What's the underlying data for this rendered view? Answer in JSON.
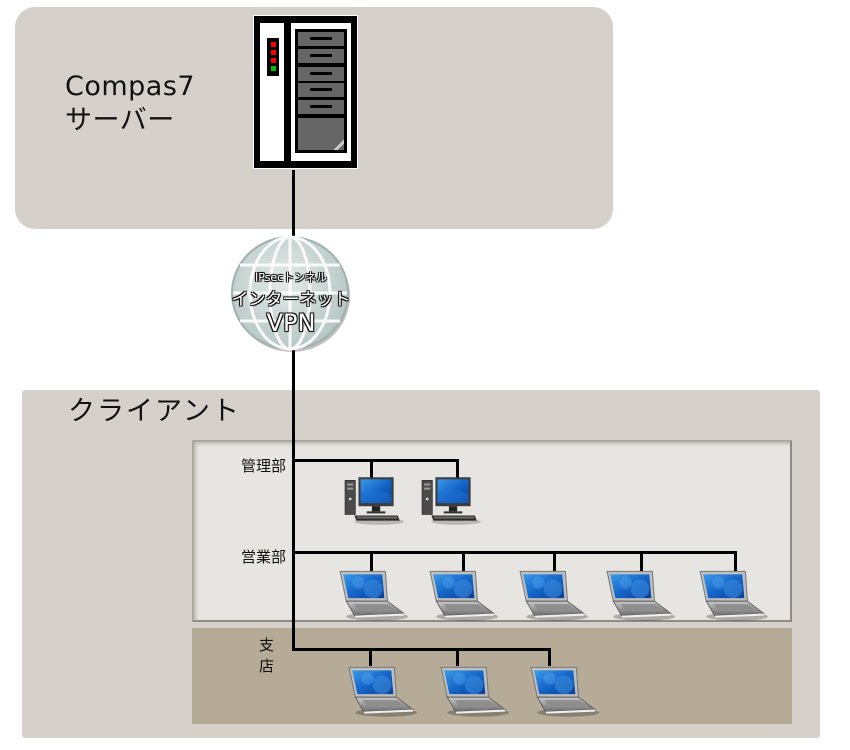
{
  "server_zone": {
    "title_line1": "Compas7",
    "title_line2": "サーバー",
    "server_icon": "tower-server-icon",
    "led_colors": [
      "#ff0000",
      "#ff0000",
      "#ff0000",
      "#00c000"
    ]
  },
  "network": {
    "icon": "globe-icon",
    "label_line1": "IPsecトンネル",
    "label_line2": "インターネット",
    "label_line3": "VPN"
  },
  "client_zone": {
    "title": "クライアント",
    "groups": [
      {
        "name": "管理部",
        "device_type": "desktop-pc-icon",
        "count": 2
      },
      {
        "name": "営業部",
        "device_type": "laptop-icon",
        "count": 5
      },
      {
        "name": "支店",
        "display_name": "支 店",
        "device_type": "laptop-icon",
        "count": 3
      }
    ]
  },
  "colors": {
    "zone_bg": "#d5d1ca",
    "hq_panel_bg": "#e6e5e1",
    "branch_panel_bg": "#b5ab97",
    "link_color": "#000000",
    "screen_blue": "#1e6fd0"
  }
}
